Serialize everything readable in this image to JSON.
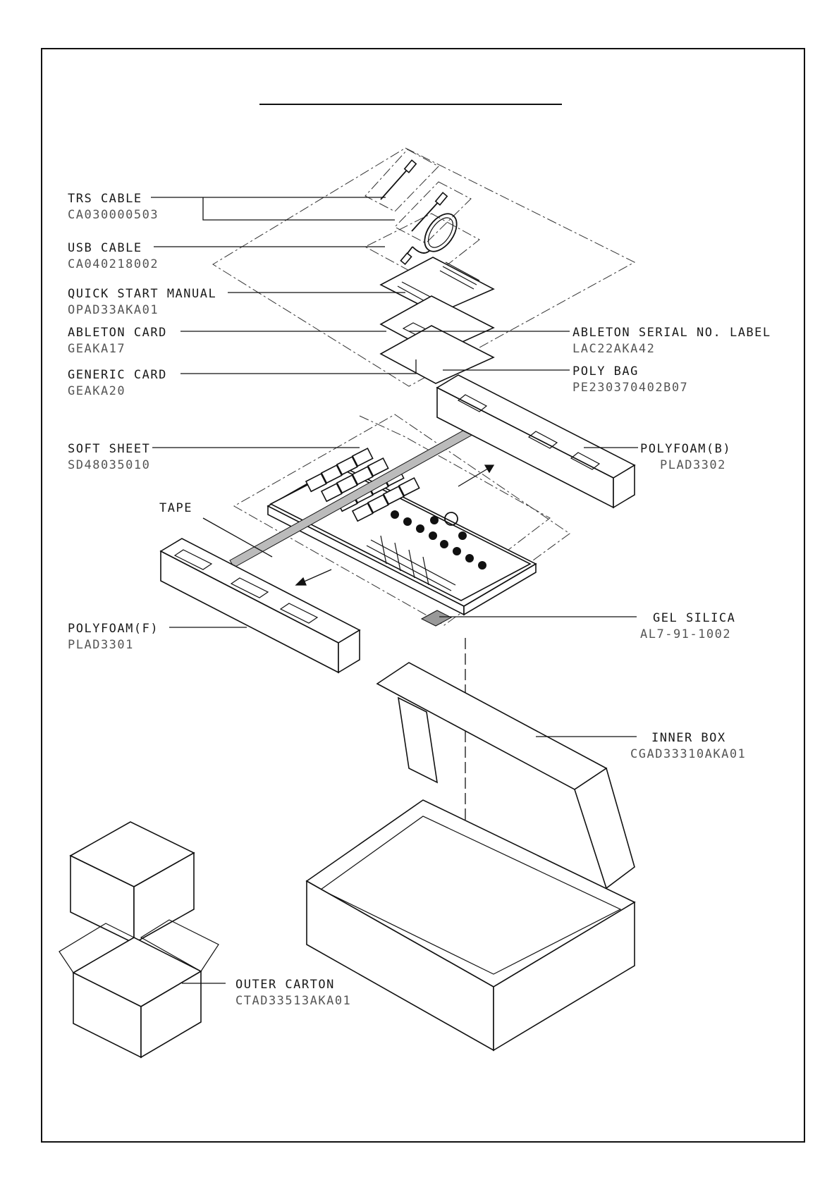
{
  "drawing": {
    "title": "",
    "parts": {
      "trs_cable": {
        "name": "TRS CABLE",
        "code": "CA030000503"
      },
      "usb_cable": {
        "name": "USB CABLE",
        "code": "CA040218002"
      },
      "quick_start": {
        "name": "QUICK START MANUAL",
        "code": "OPAD33AKA01"
      },
      "ableton_card": {
        "name": "ABLETON CARD",
        "code": "GEAKA17"
      },
      "serial_label": {
        "name": "ABLETON SERIAL NO. LABEL",
        "code": "LAC22AKA42"
      },
      "generic_card": {
        "name": "GENERIC CARD",
        "code": "GEAKA20"
      },
      "poly_bag": {
        "name": "POLY BAG",
        "code": "PE230370402B07"
      },
      "soft_sheet": {
        "name": "SOFT SHEET",
        "code": "SD48035010"
      },
      "polyfoam_b": {
        "name": "POLYFOAM(B)",
        "code": "PLAD3302"
      },
      "tape": {
        "name": "TAPE"
      },
      "polyfoam_f": {
        "name": "POLYFOAM(F)",
        "code": "PLAD3301"
      },
      "gel_silica": {
        "name": "GEL SILICA",
        "code": "AL7-91-1002"
      },
      "inner_box": {
        "name": "INNER BOX",
        "code": "CGAD33310AKA01"
      },
      "outer_carton": {
        "name": "OUTER CARTON",
        "code": "CTAD33513AKA01"
      }
    }
  }
}
